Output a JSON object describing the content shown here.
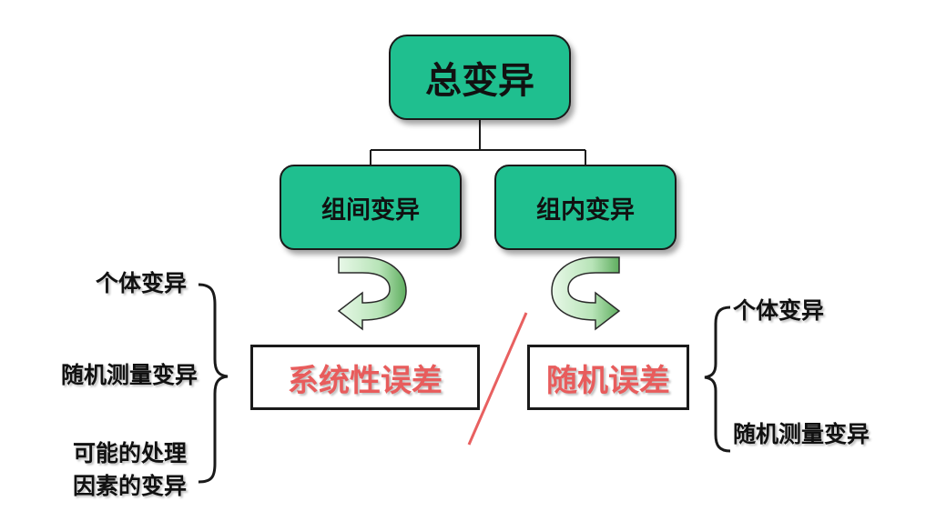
{
  "tree": {
    "root": "总变异",
    "between": "组间变异",
    "within": "组内变异"
  },
  "errors": {
    "systematic": "系统性误差",
    "random": "随机误差"
  },
  "left_group": {
    "item1": "个体变异",
    "item2": "随机测量变异",
    "item3_line1": "可能的处理",
    "item3_line2": "因素的变异"
  },
  "right_group": {
    "item1": "个体变异",
    "item2": "随机测量变异"
  },
  "colors": {
    "node_fill": "#1fbf8f",
    "error_text": "#e85c5c",
    "arrow_fill": "#c8ecc8",
    "arrow_fill_dark": "#6fbf6f",
    "divider": "#e86060"
  }
}
